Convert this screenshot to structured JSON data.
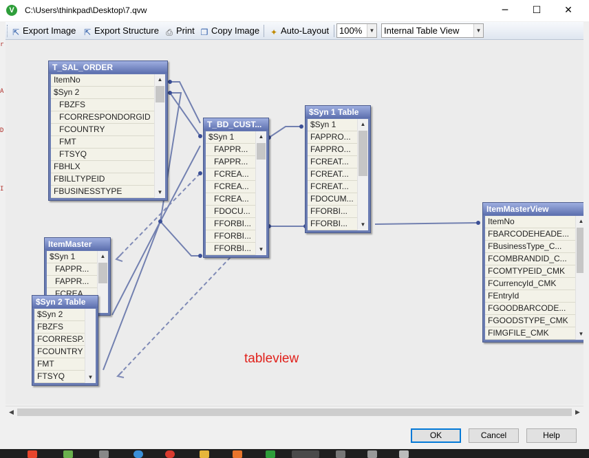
{
  "window": {
    "title": "C:\\Users\\thinkpad\\Desktop\\7.qvw",
    "app_icon_glyph": "V",
    "controls": {
      "minimize": "─",
      "maximize": "☐",
      "close": "✕"
    }
  },
  "toolbar": {
    "export_image": "Export Image",
    "export_structure": "Export Structure",
    "print": "Print",
    "copy_image": "Copy Image",
    "auto_layout": "Auto-Layout",
    "zoom": "100%",
    "view_mode": "Internal Table View"
  },
  "tables": {
    "t_sal_order": {
      "title": "T_SAL_ORDER",
      "fields": [
        "ItemNo",
        "$Syn 2",
        "FBZFS",
        "FCORRESPONDORGID",
        "FCOUNTRY",
        "FMT",
        "FTSYQ",
        "FBHLX",
        "FBILLTYPEID",
        "FBUSINESSTYPE"
      ]
    },
    "t_bd_cust": {
      "title": "T_BD_CUST...",
      "fields": [
        "$Syn 1",
        "FAPPR...",
        "FAPPR...",
        "FCREA...",
        "FCREA...",
        "FCREA...",
        "FDOCU...",
        "FFORBI...",
        "FFORBI...",
        "FFORBI..."
      ]
    },
    "syn1_table": {
      "title": "$Syn 1 Table",
      "fields": [
        "$Syn 1",
        "FAPPRO...",
        "FAPPRO...",
        "FCREAT...",
        "FCREAT...",
        "FCREAT...",
        "FDOCUM...",
        "FFORBI...",
        "FFORBI..."
      ]
    },
    "item_master": {
      "title": "ItemMaster",
      "fields": [
        "$Syn 1",
        "FAPPR...",
        "FAPPR...",
        "FCREA..."
      ]
    },
    "syn2_table": {
      "title": "$Syn 2 Table",
      "fields": [
        "$Syn 2",
        "FBZFS",
        "FCORRESP...",
        "FCOUNTRY",
        "FMT",
        "FTSYQ"
      ]
    },
    "item_master_view": {
      "title": "ItemMasterView",
      "fields": [
        "ItemNo",
        "FBARCODEHEADE...",
        "FBusinessType_C...",
        "FCOMBRANDID_C...",
        "FCOMTYPEID_CMK",
        "FCurrencyId_CMK",
        "FEntryId",
        "FGOODBARCODE...",
        "FGOODSTYPE_CMK",
        "FIMGFILE_CMK"
      ]
    }
  },
  "canvas_label": "tableview",
  "buttons": {
    "ok": "OK",
    "cancel": "Cancel",
    "help": "Help"
  },
  "colors": {
    "table_header": "#6a7cb3",
    "connector": "#7280b0",
    "label": "#e0201a"
  }
}
